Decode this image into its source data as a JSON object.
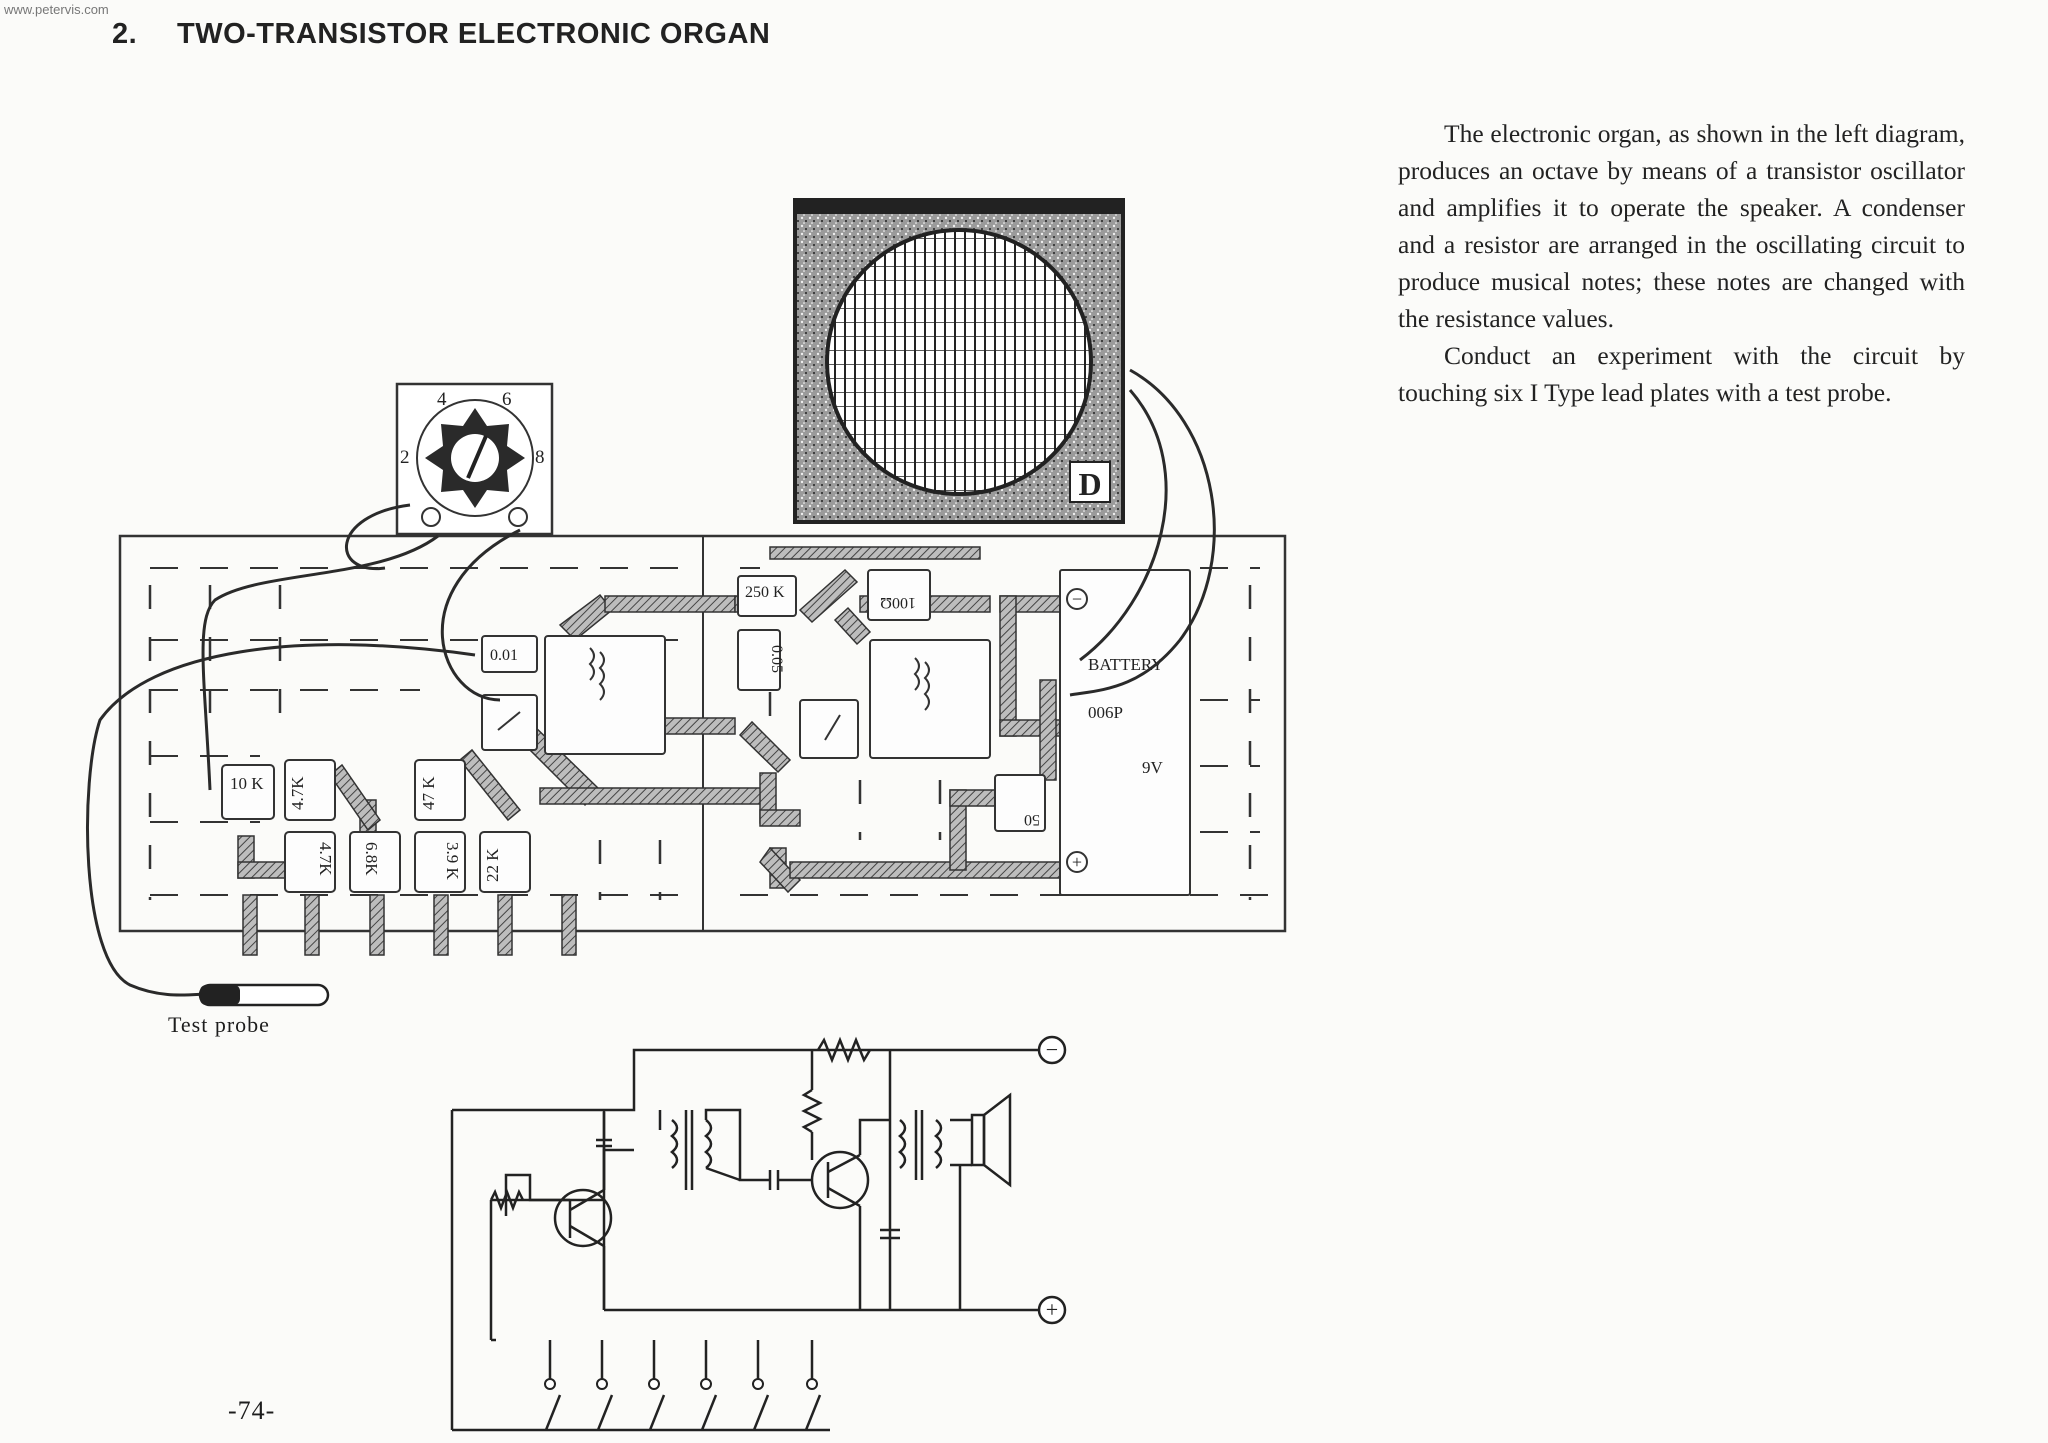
{
  "source": "www.petervis.com",
  "heading": {
    "number": "2.",
    "title": "TWO-TRANSISTOR ELECTRONIC ORGAN"
  },
  "description": [
    "The electronic organ, as shown in the left diagram, produces an octave by means of a transistor oscillator and amplifies it to operate the speaker. A condenser and a resistor are arranged in the oscillating circuit to produce musical notes; these notes are changed with the resistance values.",
    "Conduct an experiment with the circuit by touching six I Type lead plates with a test probe."
  ],
  "layout_labels": {
    "resistor_250k": "250 K",
    "resistor_100": "100Ω",
    "cap_001": "0.01",
    "cap_005": "0.05",
    "battery": "BATTERY",
    "battery_type": "006P",
    "battery_voltage": "9V",
    "cap_50": "50",
    "r_10k": "10 K",
    "r_47k_a": "4.7K",
    "r_47k_b": "47 K",
    "r_47k_c": "4.7K",
    "r_68k": "6.8K",
    "r_39k": "3.9 K",
    "r_22k": "22 K",
    "dial_marks": [
      "2",
      "4",
      "6",
      "8"
    ],
    "speaker_logo": "D",
    "minus": "−",
    "plus": "+"
  },
  "probe_label": "Test   probe",
  "page_number": "-74-"
}
